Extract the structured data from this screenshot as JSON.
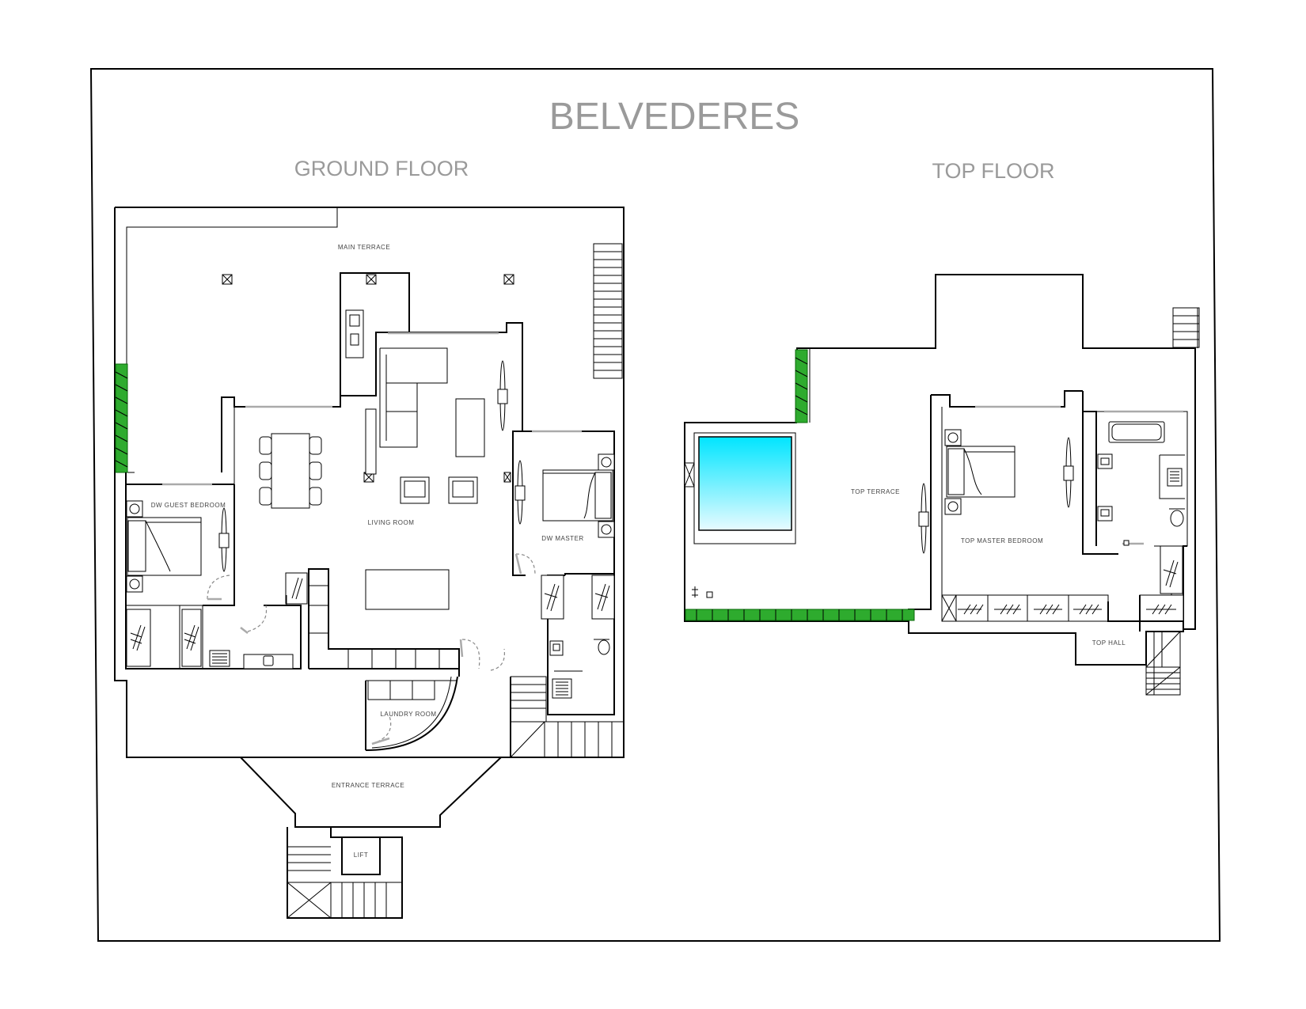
{
  "title": "BELVEDERES",
  "floors": {
    "ground": {
      "heading": "GROUND FLOOR",
      "rooms": {
        "main_terrace": "MAIN TERRACE",
        "living_room": "LIVING ROOM",
        "guest_bedroom": "DW GUEST BEDROOM",
        "master": "DW MASTER",
        "laundry": "LAUNDRY ROOM",
        "entrance_terrace": "ENTRANCE TERRACE",
        "lift": "LIFT"
      }
    },
    "top": {
      "heading": "TOP FLOOR",
      "rooms": {
        "top_terrace": "TOP TERRACE",
        "top_master": "TOP MASTER BEDROOM",
        "top_hall": "TOP HALL"
      }
    }
  },
  "colors": {
    "heading": "#9a9a9a",
    "hedge": "#2eab2e",
    "pool_top": "#00e5ff",
    "pool_bottom": "#e8fbff"
  }
}
